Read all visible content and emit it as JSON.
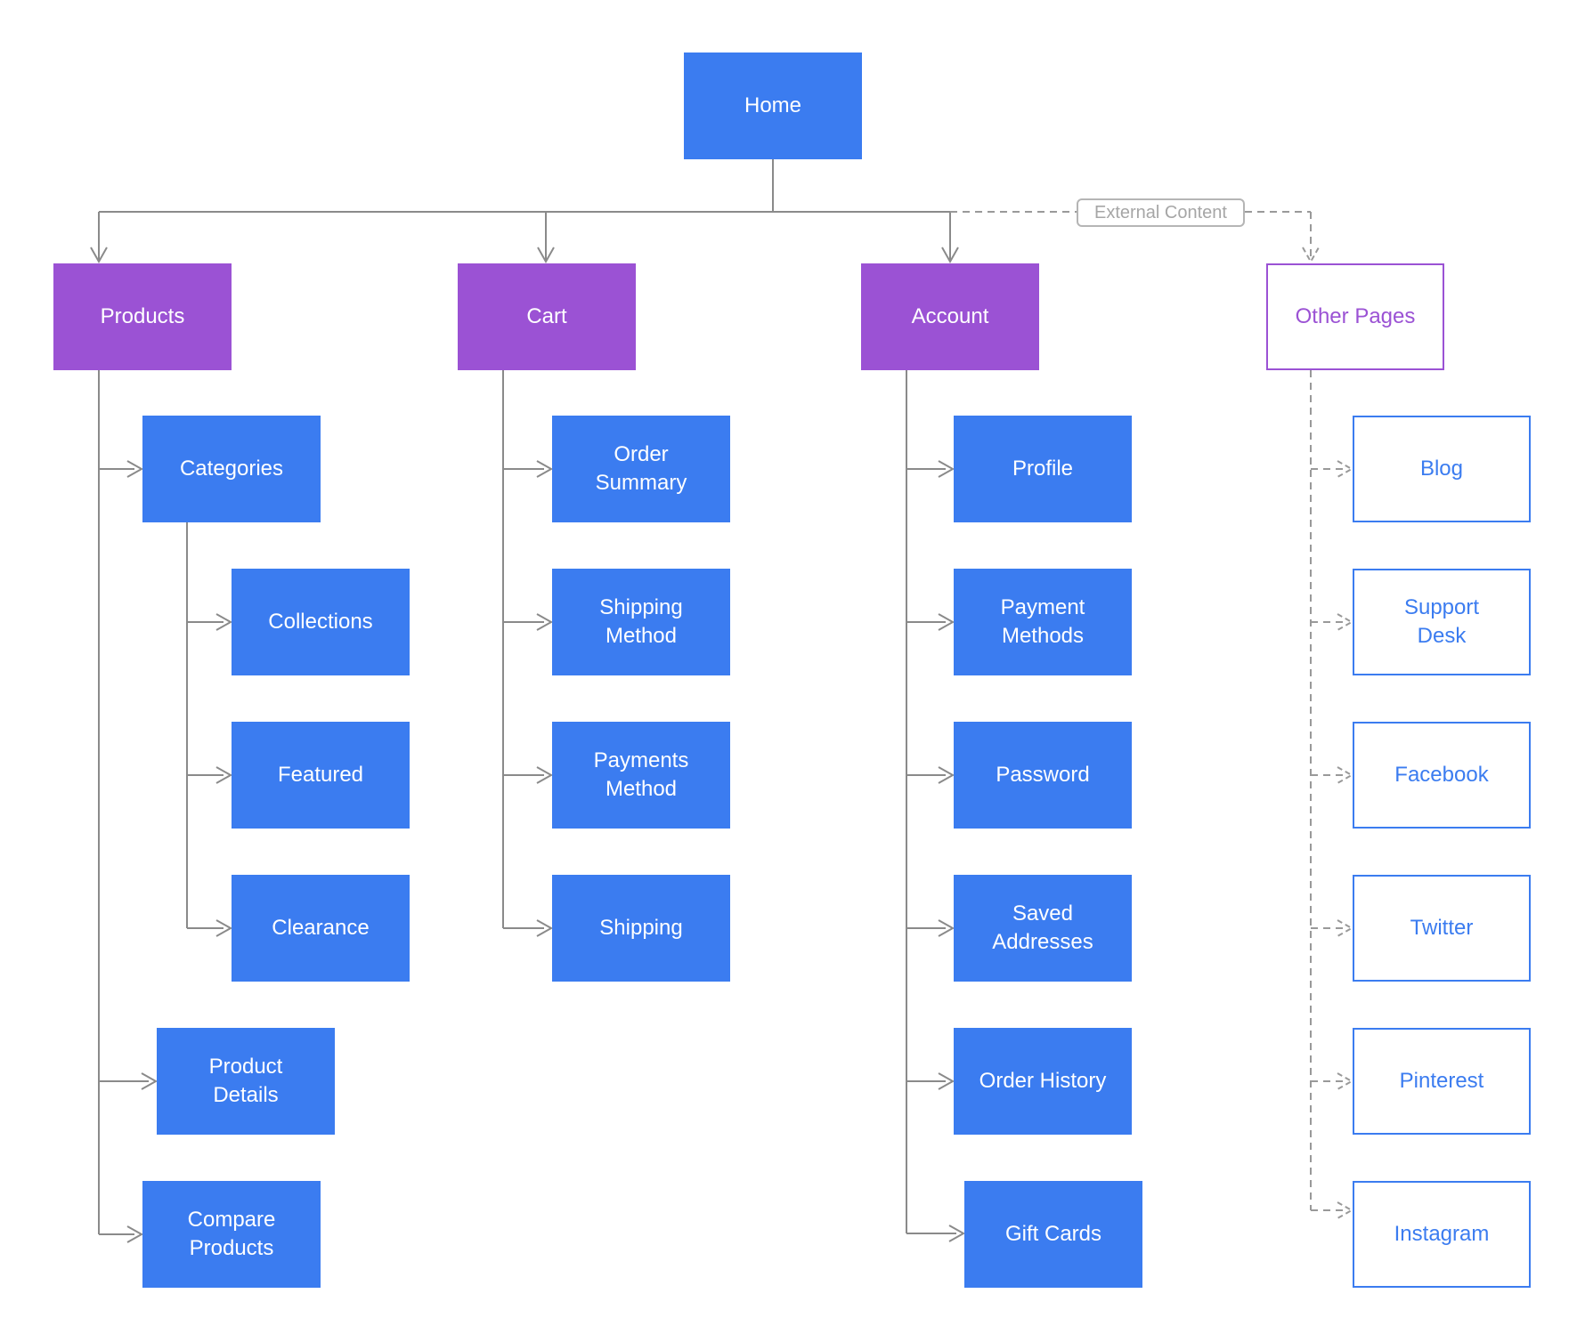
{
  "diagram": {
    "type": "sitemap-flowchart",
    "edge_label": {
      "external_content": "External Content"
    },
    "colors": {
      "box_blue": "#3B7CF0",
      "box_purple": "#9B52D4",
      "outline_blue": "#3B7CF0",
      "outline_purple": "#9B52D4",
      "connector_gray": "#8A8A8A",
      "dashed_gray": "#999999",
      "label_gray": "#A6A6A6",
      "text_white": "#FFFFFF"
    },
    "hierarchy": {
      "Home": {
        "Products": {
          "Categories": [
            "Collections",
            "Featured",
            "Clearance"
          ],
          "other_children": [
            "Product Details",
            "Compare Products"
          ]
        },
        "Cart": [
          "Order Summary",
          "Shipping Method",
          "Payments Method",
          "Shipping"
        ],
        "Account": [
          "Profile",
          "Payment Methods",
          "Password",
          "Saved Addresses",
          "Order History",
          "Gift Cards"
        ],
        "Other Pages (via External Content)": [
          "Blog",
          "Support Desk",
          "Facebook",
          "Twitter",
          "Pinterest",
          "Instagram"
        ]
      }
    }
  },
  "nodes": {
    "home": {
      "label": "Home"
    },
    "products": {
      "label": "Products"
    },
    "cart": {
      "label": "Cart"
    },
    "account": {
      "label": "Account"
    },
    "other_pages": {
      "label": "Other Pages"
    },
    "categories": {
      "label": "Categories"
    },
    "collections": {
      "label": "Collections"
    },
    "featured": {
      "label": "Featured"
    },
    "clearance": {
      "label": "Clearance"
    },
    "product_details": {
      "label": "Product\nDetails"
    },
    "compare_products": {
      "label": "Compare\nProducts"
    },
    "order_summary": {
      "label": "Order\nSummary"
    },
    "shipping_method": {
      "label": "Shipping\nMethod"
    },
    "payments_method": {
      "label": "Payments\nMethod"
    },
    "shipping": {
      "label": "Shipping"
    },
    "profile": {
      "label": "Profile"
    },
    "payment_methods": {
      "label": "Payment\nMethods"
    },
    "password": {
      "label": "Password"
    },
    "saved_addresses": {
      "label": "Saved\nAddresses"
    },
    "order_history": {
      "label": "Order History"
    },
    "gift_cards": {
      "label": "Gift Cards"
    },
    "blog": {
      "label": "Blog"
    },
    "support_desk": {
      "label": "Support\nDesk"
    },
    "facebook": {
      "label": "Facebook"
    },
    "twitter": {
      "label": "Twitter"
    },
    "pinterest": {
      "label": "Pinterest"
    },
    "instagram": {
      "label": "Instagram"
    }
  },
  "edge_label": {
    "external_content": "External Content"
  }
}
